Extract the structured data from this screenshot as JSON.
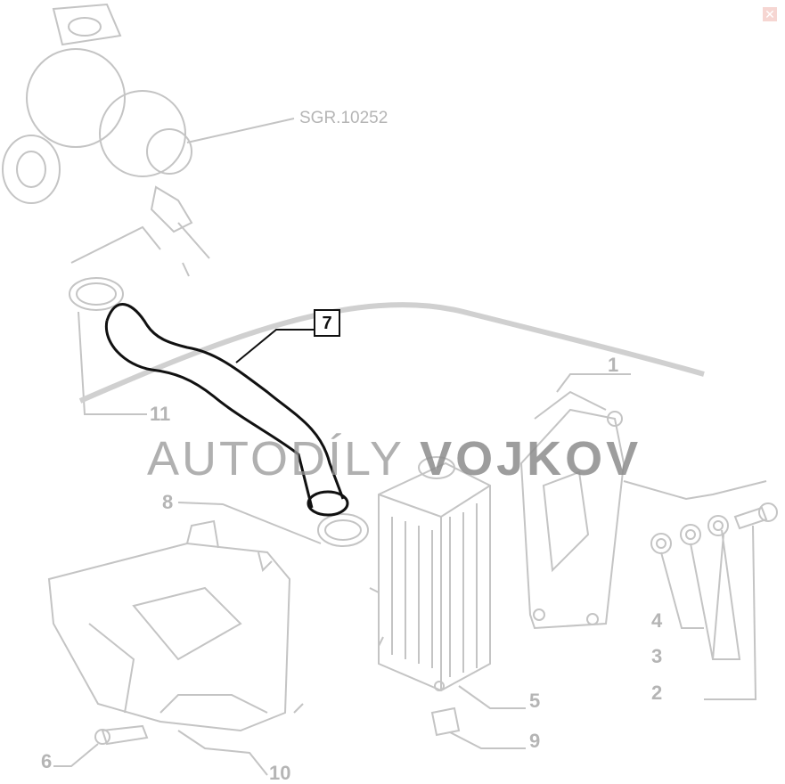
{
  "reference_label": "SGR.10252",
  "highlighted_part": "7",
  "part_labels": {
    "p1": "1",
    "p2": "2",
    "p3": "3",
    "p4": "4",
    "p5": "5",
    "p6": "6",
    "p8": "8",
    "p9": "9",
    "p10": "10",
    "p11": "11"
  },
  "watermark": {
    "light": "AUTODÍLY",
    "bold": "VOJKOV"
  },
  "close_icon": "close-icon"
}
